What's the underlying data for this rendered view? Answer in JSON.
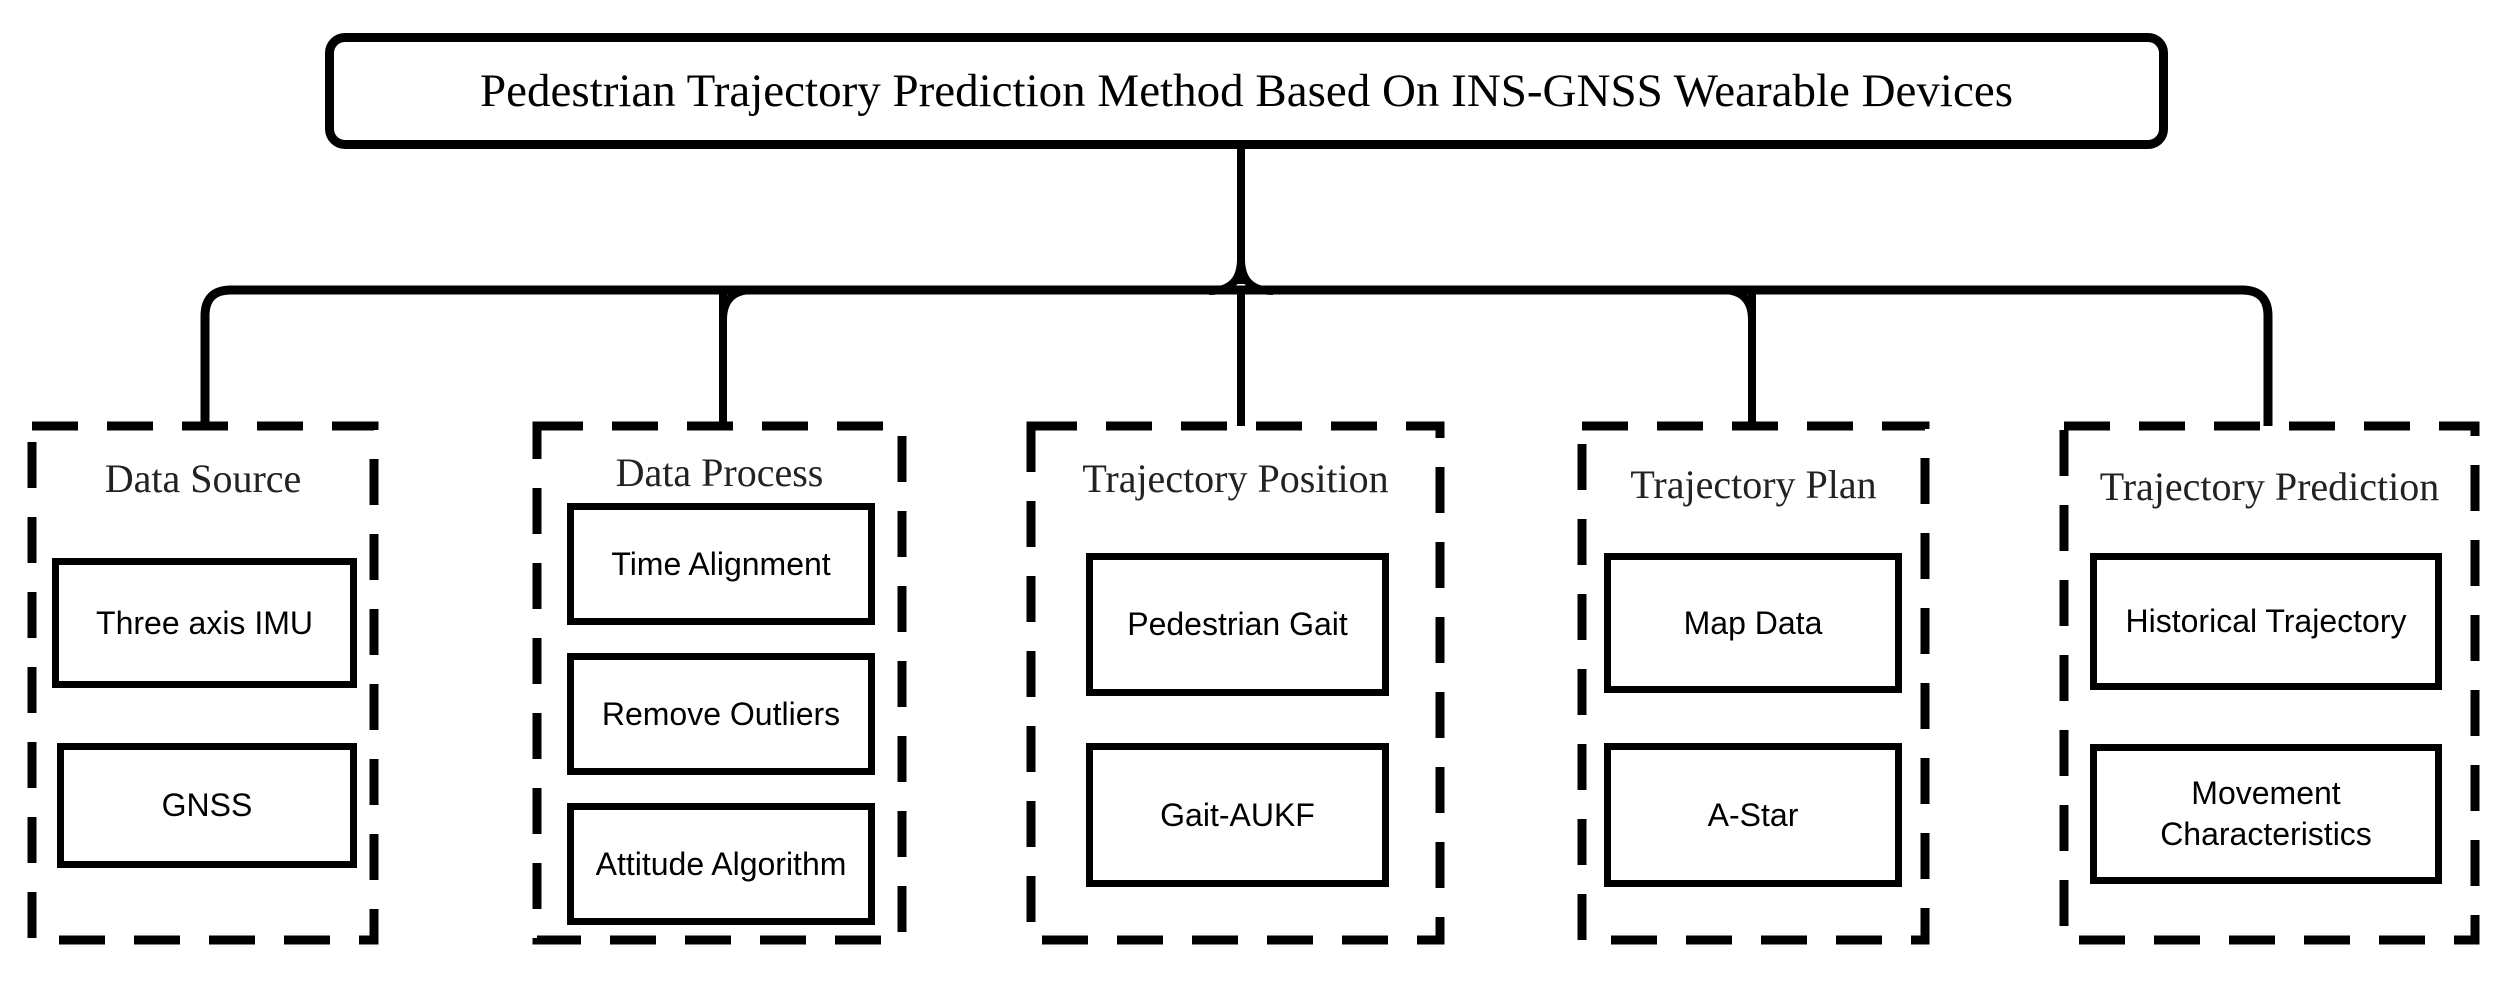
{
  "root": {
    "title": "Pedestrian Trajectory Prediction Method Based On INS-GNSS Wearable Devices"
  },
  "sections": [
    {
      "title": "Data Source",
      "items": [
        "Three axis IMU",
        "GNSS"
      ]
    },
    {
      "title": "Data Process",
      "items": [
        "Time Alignment",
        "Remove Outliers",
        "Attitude Algorithm"
      ]
    },
    {
      "title": "Trajectory Position",
      "items": [
        "Pedestrian Gait",
        "Gait-AUKF"
      ]
    },
    {
      "title": "Trajectory Plan",
      "items": [
        "Map Data",
        "A-Star"
      ]
    },
    {
      "title": "Trajectory Prediction",
      "items": [
        "Historical Trajectory",
        "Movement Characteristics"
      ]
    }
  ],
  "colors": {
    "line": "#000000",
    "root_title_text": "#000000",
    "section_title_text": "#222222",
    "background": "#ffffff"
  }
}
